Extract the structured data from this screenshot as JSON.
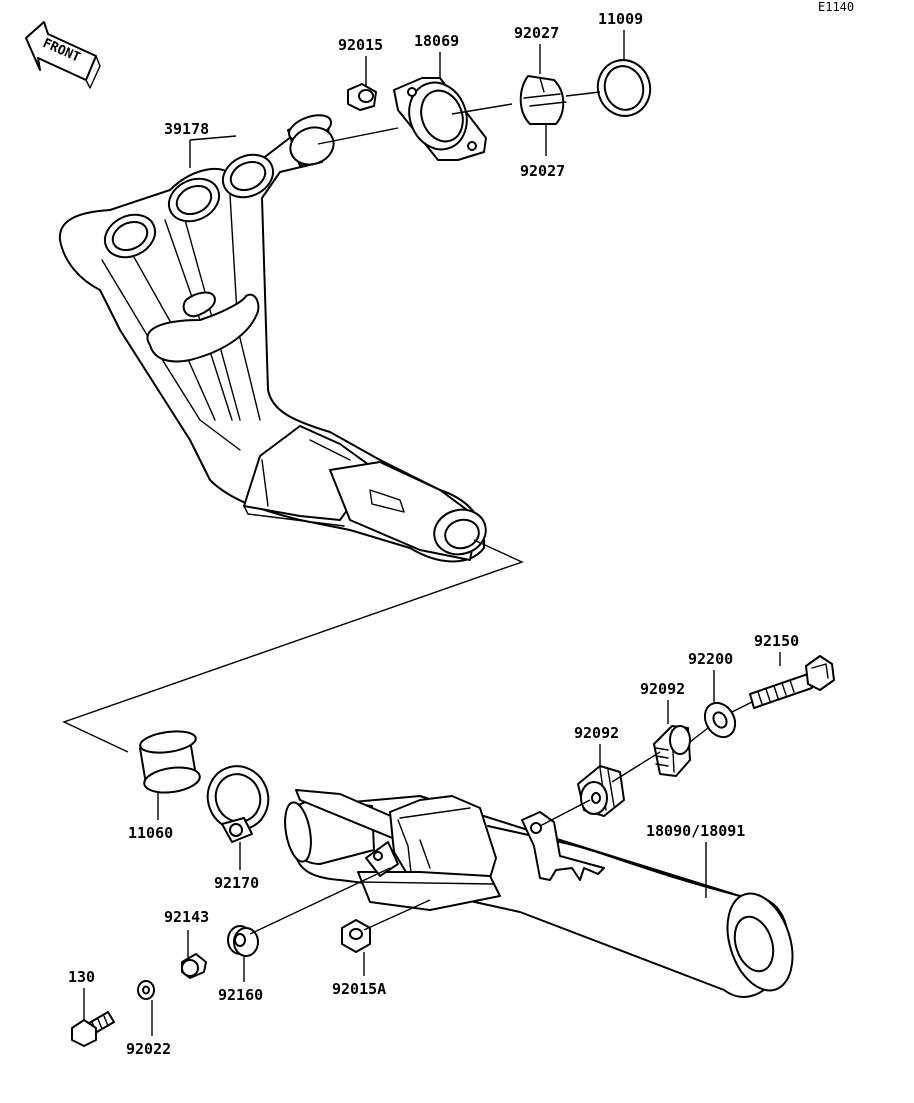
{
  "diagram_code": "E1140",
  "front_label": "FRONT",
  "parts": {
    "p92015": "92015",
    "p18069": "18069",
    "p92027_top": "92027",
    "p11009": "11009",
    "p39178": "39178",
    "p92027_bottom": "92027",
    "p92150": "92150",
    "p92200": "92200",
    "p92092_upper": "92092",
    "p92092_lower": "92092",
    "p18090": "18090/18091",
    "p11060": "11060",
    "p92170": "92170",
    "p92143": "92143",
    "p92160": "92160",
    "p92015A": "92015A",
    "p130": "130",
    "p92022": "92022"
  }
}
